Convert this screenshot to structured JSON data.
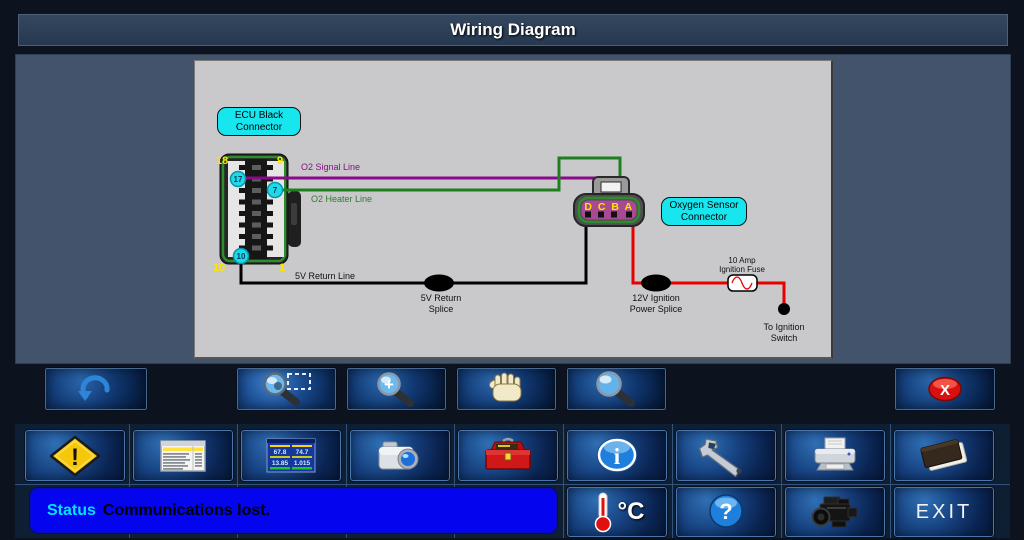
{
  "title": "Wiring Diagram",
  "diagram": {
    "ecu_label_line1": "ECU Black",
    "ecu_label_line2": "Connector",
    "oxygen_label_line1": "Oxygen Sensor",
    "oxygen_label_line2": "Connector",
    "signal_line_label": "O2 Signal Line",
    "heater_line_label": "O2 Heater Line",
    "return_line_label": "5V Return Line",
    "return_splice_line1": "5V Return",
    "return_splice_line2": "Splice",
    "power_splice_line1": "12V Ignition",
    "power_splice_line2": "Power Splice",
    "fuse_line1": "10 Amp",
    "fuse_line2": "Ignition Fuse",
    "ignition_switch_line1": "To Ignition",
    "ignition_switch_line2": "Switch",
    "sensor_pins": "D C B A",
    "ecu_corner_top_left": "18",
    "ecu_corner_top_right": "9",
    "ecu_corner_bottom_left": "10",
    "ecu_corner_bottom_right": "1",
    "pin_signal": "17",
    "pin_heater": "7",
    "pin_return": "10",
    "wire_colors": {
      "signal": "#8a0b8a",
      "heater": "#1f7f1f",
      "return": "#000000",
      "power": "#e60000"
    },
    "label_bg": "#17e6ee",
    "pin_number_color": "#ffe400"
  },
  "toolbar": {
    "zoom_in_badge": "+",
    "close_glyph": "X"
  },
  "bottom": {
    "warning_glyph": "!",
    "info_glyph": "i",
    "help_glyph": "?",
    "temperature_unit": "°C",
    "exit_label": "EXIT",
    "status": {
      "label": "Status",
      "message": "Communications lost."
    },
    "live_data_values": [
      "67.8",
      "74.7",
      "13.85",
      "1.015"
    ]
  }
}
